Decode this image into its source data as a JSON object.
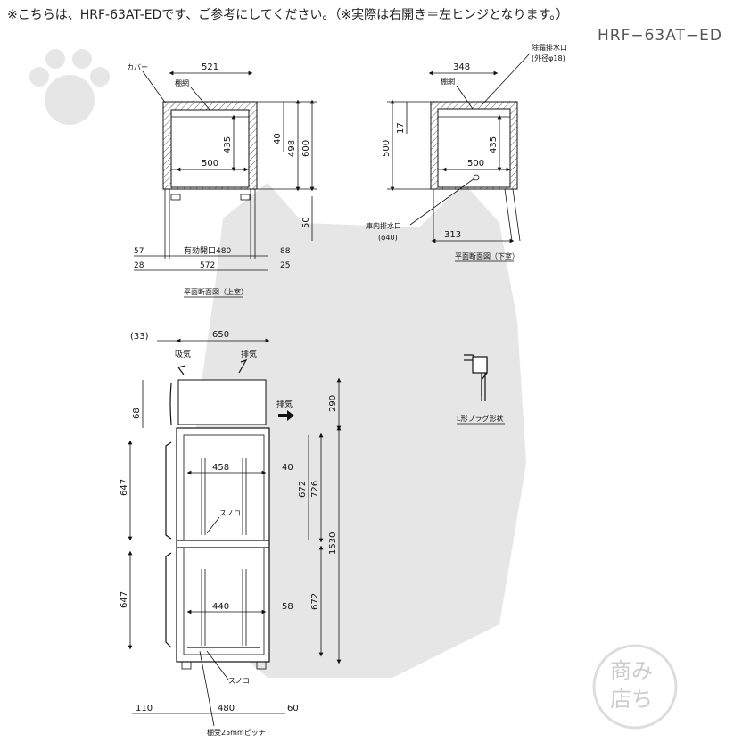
{
  "header": {
    "note": "※こちらは、HRF-63AT-EDです、ご参考にしてください。（※実際は右開き＝左ヒンジとなります。）",
    "model": "HRF−63AT−ED"
  },
  "top_view_upper": {
    "cover_label": "カバー",
    "shelf_label": "棚網",
    "dims": {
      "width_top": "521",
      "depth_inner": "435",
      "d40": "40",
      "d498": "498",
      "d600": "600",
      "d50": "50",
      "inner_500": "500",
      "d57": "57",
      "opening": "有効開口480",
      "d88": "88",
      "d28": "28",
      "d572": "572",
      "d25": "25"
    },
    "caption": "平面断面図（上室）"
  },
  "top_view_lower": {
    "drain_label_1": "除霜排水口",
    "drain_label_2": "(外径φ18)",
    "shelf_label": "棚網",
    "inner_drain_1": "庫内排水口",
    "inner_drain_2": "(φ40)",
    "dims": {
      "width_top": "348",
      "d500": "500",
      "d17": "17",
      "d435": "435",
      "inner_500": "500",
      "d313": "313"
    },
    "caption": "平面断面図（下室）"
  },
  "plug": {
    "caption": "L形プラグ形状"
  },
  "side_view": {
    "intake": "吸気",
    "exhaust_top": "排気",
    "exhaust_side": "排気",
    "sunoko_upper": "スノコ",
    "sunoko_lower": "スノコ",
    "shelf_pitch": "棚受25mmピッチ",
    "dims": {
      "d33": "(33)",
      "d650": "650",
      "d68": "68",
      "d290": "290",
      "d647a": "647",
      "d458": "458",
      "d40": "40",
      "d672a": "672",
      "d726": "726",
      "d1530": "1530",
      "d647b": "647",
      "d440": "440",
      "d58": "58",
      "d672b": "672",
      "d110": "110",
      "d480": "480",
      "d60": "60"
    }
  },
  "watermark": {
    "shop_chars": "みち商店"
  }
}
